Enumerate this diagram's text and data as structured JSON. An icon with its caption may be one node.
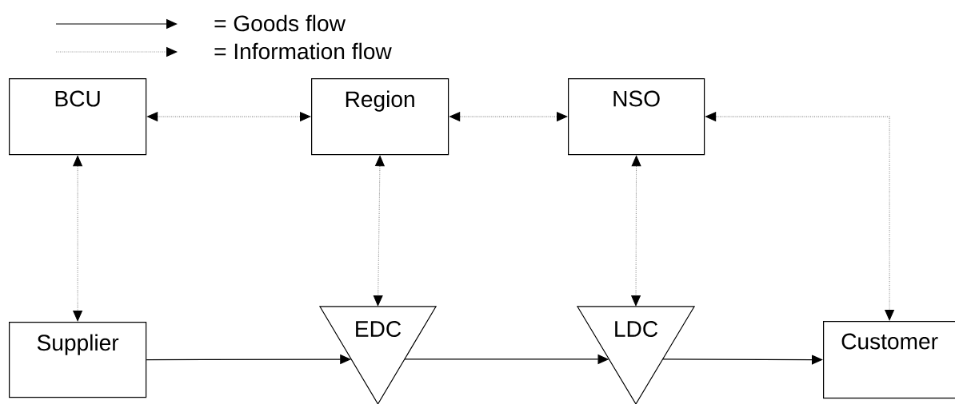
{
  "diagram": {
    "nodes": [
      {
        "text": [
          "BCU"
        ]
      },
      {
        "text": [
          "Region"
        ]
      },
      {
        "text": [
          "NSO"
        ]
      },
      {
        "text": [
          "Supplier"
        ]
      },
      {
        "text": [
          "EDC"
        ]
      },
      {
        "text": [
          "LDC"
        ]
      },
      {
        "text": [
          "Customer"
        ]
      }
    ],
    "edges": [
      {
        "from": 0,
        "to": 1,
        "arrow": "both",
        "style": "dashed",
        "color": "#8c8c8c"
      },
      {
        "from": 1,
        "to": 2,
        "arrow": "both",
        "style": "dashed",
        "color": "#8c8c8c"
      },
      {
        "from": 2,
        "to": 6,
        "arrow": "both",
        "style": "dashed",
        "color": "#8c8c8c"
      },
      {
        "from": 0,
        "to": 3,
        "arrow": "both",
        "style": "dashed",
        "color": "#8c8c8c"
      },
      {
        "from": 1,
        "to": 4,
        "arrow": "both",
        "style": "dashed",
        "color": "#8c8c8c"
      },
      {
        "from": 2,
        "to": 5,
        "arrow": "both",
        "style": "dashed",
        "color": "#8c8c8c"
      },
      {
        "from": 3,
        "to": 4,
        "arrow": "to",
        "color": "#000000"
      },
      {
        "from": 4,
        "to": 5,
        "arrow": "to",
        "color": "#000000"
      },
      {
        "from": 5,
        "to": 6,
        "arrow": "to",
        "color": "#000000"
      }
    ],
    "legend": [
      {
        "text": "= Goods flow"
      },
      {
        "text": "= Information flow"
      }
    ]
  }
}
